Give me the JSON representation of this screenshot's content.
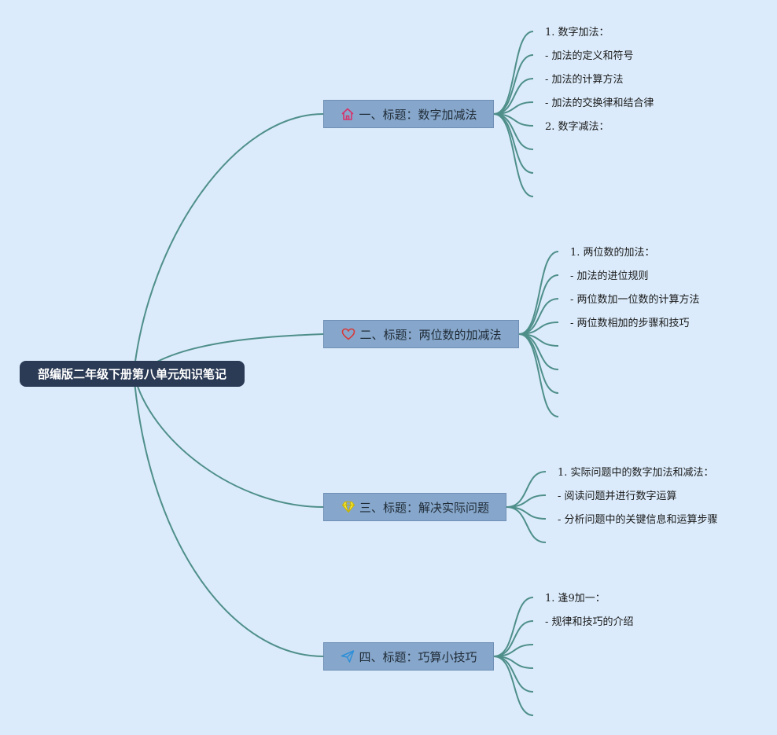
{
  "colors": {
    "background": "#dbebfb",
    "root_bg": "#2b3a55",
    "topic_bg": "#86a7cb",
    "link": "#4f8f8a"
  },
  "root": {
    "label": "部编版二年级下册第八单元知识笔记"
  },
  "topics": [
    {
      "icon": "home-icon",
      "label": "一、标题：数字加减法",
      "leaves": [
        "1. 数字加法：",
        "- 加法的定义和符号",
        "- 加法的计算方法",
        "- 加法的交换律和结合律",
        "2. 数字减法：",
        "",
        "",
        ""
      ]
    },
    {
      "icon": "heart-icon",
      "label": "二、标题：两位数的加减法",
      "leaves": [
        "1. 两位数的加法：",
        "- 加法的进位规则",
        "- 两位数加一位数的计算方法",
        "- 两位数相加的步骤和技巧",
        "",
        "",
        "",
        ""
      ]
    },
    {
      "icon": "diamond-icon",
      "label": "三、标题：解决实际问题",
      "leaves": [
        "1. 实际问题中的数字加法和减法：",
        "- 阅读问题并进行数字运算",
        "- 分析问题中的关键信息和运算步骤",
        ""
      ]
    },
    {
      "icon": "paper-plane-icon",
      "label": "四、标题：巧算小技巧",
      "leaves": [
        "1. 逢9加一：",
        "- 规律和技巧的介绍",
        "",
        "",
        "",
        ""
      ]
    }
  ]
}
